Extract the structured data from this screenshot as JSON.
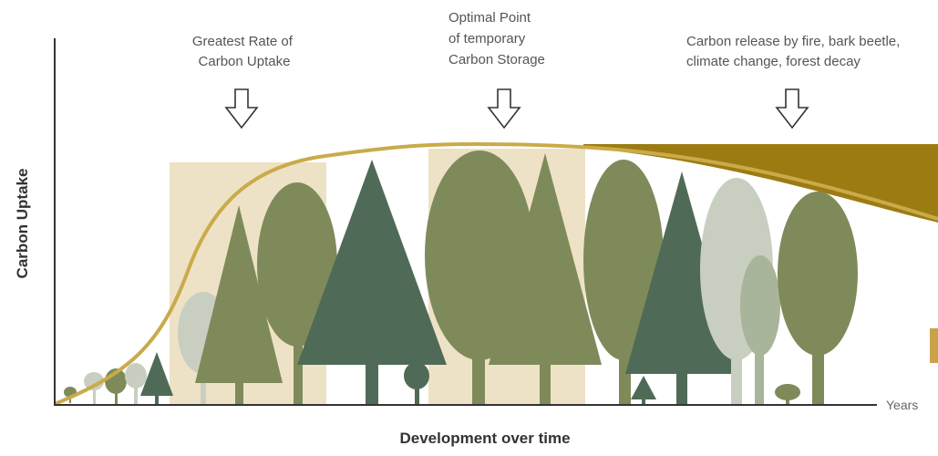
{
  "axes": {
    "y_label": "Carbon Uptake",
    "x_label": "Development over time",
    "x_end_label": "Years"
  },
  "annotations": [
    {
      "lines": [
        "Greatest Rate of",
        "Carbon Uptake"
      ]
    },
    {
      "lines": [
        "Optimal Point",
        "of temporary",
        "Carbon Storage"
      ]
    },
    {
      "lines": [
        "Carbon release by fire, bark beetle,",
        "climate change, forest decay"
      ]
    }
  ],
  "colors": {
    "curve": "#c9ab4a",
    "release_band": "#9c7c12",
    "highlight": "#eee2c6",
    "tree_dark": "#4f6b57",
    "tree_olive": "#7f8a5a",
    "tree_sage": "#a9b59a",
    "tree_pale": "#c8cfc0",
    "axis": "#333333"
  }
}
